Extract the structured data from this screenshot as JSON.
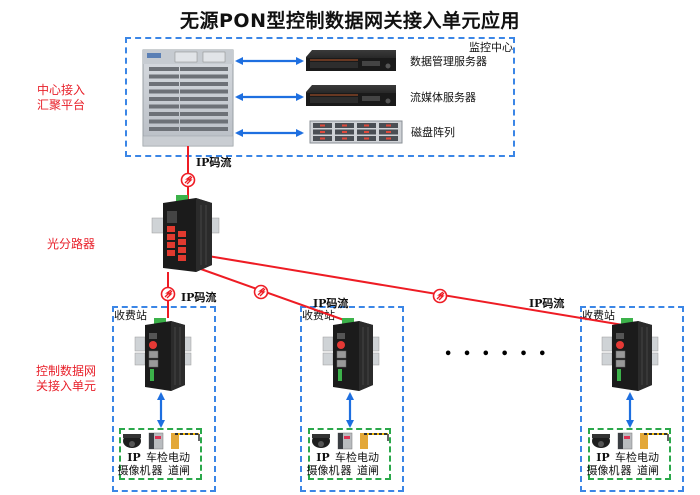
{
  "title": "无源PON型控制数据网关接入单元应用",
  "side_labels": {
    "center": [
      "中心接入",
      "汇聚平台"
    ],
    "splitter": "光分路器",
    "unit": [
      "控制数据网",
      "关接入单元"
    ]
  },
  "monitoring_center": {
    "label": "监控中心",
    "devices": [
      {
        "name": "数据管理服务器",
        "icon": "rack-server-icon"
      },
      {
        "name": "流媒体服务器",
        "icon": "rack-server-icon"
      },
      {
        "name": "磁盘阵列",
        "icon": "disk-array-icon"
      }
    ],
    "core_icon": "olt-chassis-icon"
  },
  "stream_label": "IP码流",
  "splitter_icon": "optical-splitter-icon",
  "ellipsis": "• • • • • •",
  "stations": [
    {
      "label": "收费站",
      "stream_label": "IP码流",
      "gateway_icon": "gateway-onu-icon",
      "endpoints": [
        {
          "line1": "IP",
          "line2": "摄像机",
          "icon": "dome-camera-icon"
        },
        {
          "line1": "车检",
          "line2": "器",
          "icon": "vehicle-detector-icon"
        },
        {
          "line1": "电动",
          "line2": "道闸",
          "icon": "barrier-gate-icon"
        }
      ]
    },
    {
      "label": "收费站",
      "stream_label": "IP码流",
      "gateway_icon": "gateway-onu-icon",
      "endpoints": [
        {
          "line1": "IP",
          "line2": "摄像机",
          "icon": "dome-camera-icon"
        },
        {
          "line1": "车检",
          "line2": "器",
          "icon": "vehicle-detector-icon"
        },
        {
          "line1": "电动",
          "line2": "道闸",
          "icon": "barrier-gate-icon"
        }
      ]
    },
    {
      "label": "收费站",
      "stream_label": "IP码流",
      "gateway_icon": "gateway-onu-icon",
      "endpoints": [
        {
          "line1": "IP",
          "line2": "摄像机",
          "icon": "dome-camera-icon"
        },
        {
          "line1": "车检",
          "line2": "器",
          "icon": "vehicle-detector-icon"
        },
        {
          "line1": "电动",
          "line2": "道闸",
          "icon": "barrier-gate-icon"
        }
      ]
    }
  ],
  "colors": {
    "fiber": "#ee1c24",
    "ethernet": "#1e6fe0",
    "dash_blue": "#3b86e6",
    "dash_green": "#2aa84a",
    "label_red": "#e8202a"
  }
}
